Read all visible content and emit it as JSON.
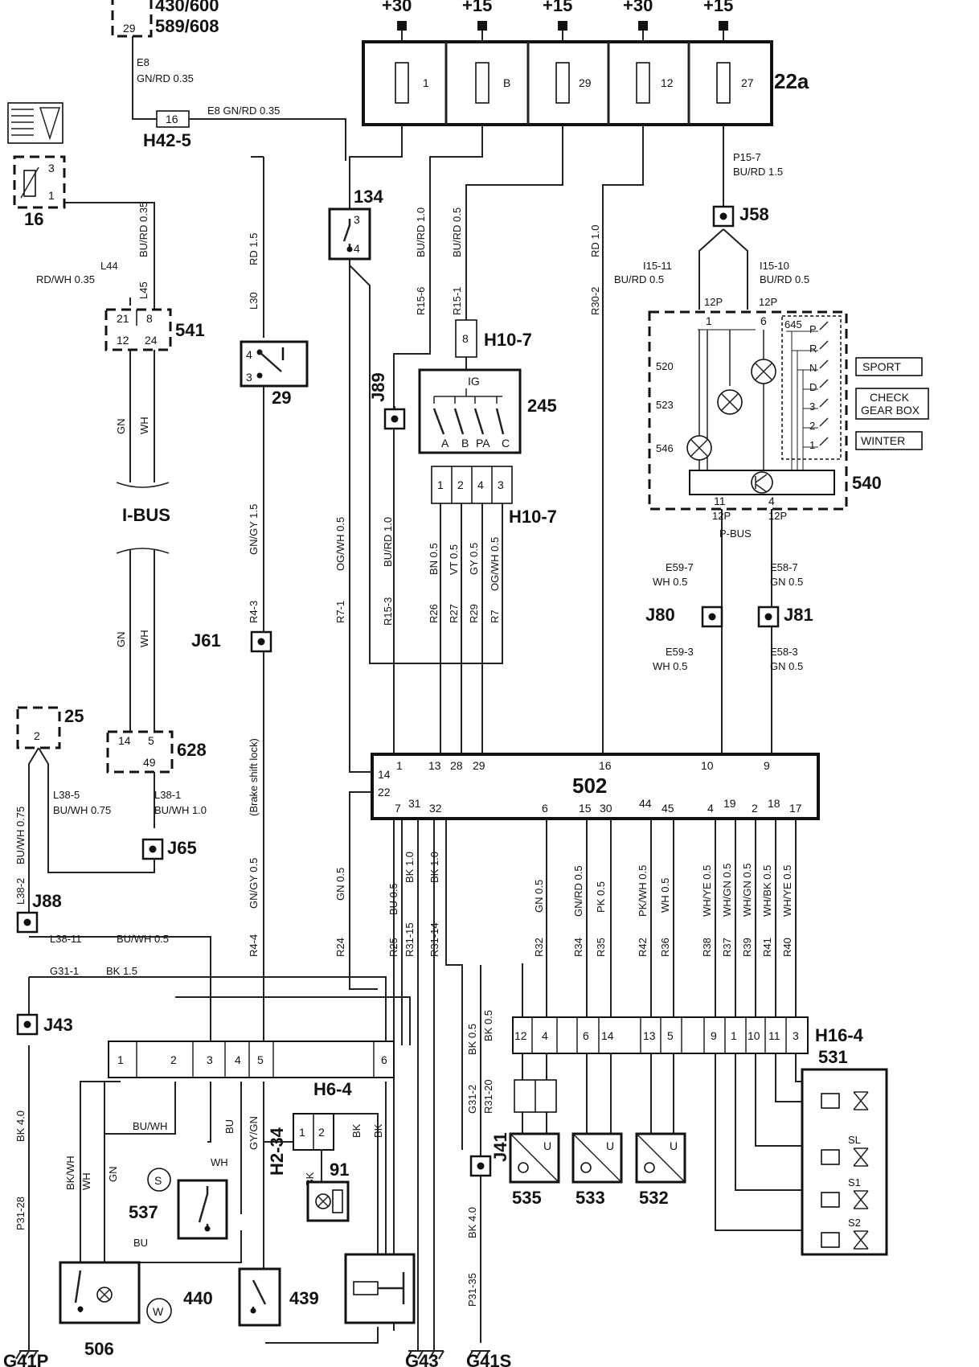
{
  "fuse_feeds": [
    "+30",
    "+15",
    "+15",
    "+30",
    "+15"
  ],
  "fuse_box": {
    "id": "22a",
    "fuses": [
      "1",
      "B",
      "29",
      "12",
      "27"
    ]
  },
  "comp_430": {
    "line1": "430/600",
    "line2": "589/608",
    "pin": "29"
  },
  "wire_e8": {
    "code": "E8",
    "spec": "GN/RD 0.35",
    "full": "E8  GN/RD 0.35"
  },
  "conn_h42_5": {
    "label": "H42-5",
    "pin": "16"
  },
  "comp_16": {
    "label": "16",
    "pins": [
      "3",
      "1"
    ]
  },
  "wire_bu_rd_035": "BU/RD 0.35",
  "wire_l44": {
    "code": "L44",
    "spec": "RD/WH 0.35"
  },
  "wire_l45": "L45",
  "comp_541": {
    "label": "541",
    "pins": [
      "21",
      "8",
      "12",
      "24"
    ]
  },
  "ibus": {
    "label": "I-BUS",
    "wire_gn": "GN",
    "wire_wh": "WH"
  },
  "comp_628": {
    "label": "628",
    "pins": [
      "14",
      "5",
      "49"
    ]
  },
  "comp_25": {
    "label": "25",
    "pin": "2"
  },
  "wires_left": {
    "l38_5": {
      "code": "L38-5",
      "spec": "BU/WH 0.75"
    },
    "l38_1": {
      "code": "L38-1",
      "spec": "BU/WH 1.0"
    },
    "l38_2": "L38-2",
    "bu_wh_075": "BU/WH 0.75",
    "l38_11": {
      "code": "L38-11",
      "spec": "BU/WH 0.5"
    },
    "g31_1": {
      "code": "G31-1",
      "spec": "BK 1.5"
    },
    "p31_28": "P31-28",
    "bk_40": "BK 4.0"
  },
  "junctions": {
    "j65": "J65",
    "j88": "J88",
    "j43": "J43",
    "j61": "J61",
    "j89": "J89",
    "j58": "J58",
    "j80": "J80",
    "j81": "J81",
    "j41": "J41"
  },
  "wires_mid": {
    "l30": "L30",
    "rd15": "RD 1.5",
    "r4_3": "R4-3",
    "gn_gy_15": "GN/GY 1.5",
    "brake": "(Brake shift lock)",
    "r4_4": "R4-4",
    "gn_gy_05": "GN/GY 0.5",
    "r24": "R24",
    "gn05": "GN 0.5",
    "r7_1": "R7-1",
    "og_wh_05": "OG/WH 0.5",
    "r15_6": "R15-6",
    "bu_rd_10": "BU/RD 1.0",
    "r15_1": "R15-1",
    "bu_rd_05": "BU/RD 0.5",
    "r15_3": "R15-3",
    "bu_rd_10b": "BU/RD 1.0",
    "r30_2": "R30-2",
    "rd_10": "RD 1.0",
    "r26": "R26",
    "bn05": "BN 0.5",
    "r27": "R27",
    "vt05": "VT 0.5",
    "r29": "R29",
    "gy05": "GY 0.5",
    "r7": "R7",
    "og_wh_05b": "OG/WH 0.5",
    "r25": "R25",
    "bu05": "BU 0.5",
    "r31_15": "R31-15",
    "bk10a": "BK 1.0",
    "r31_14": "R31-14",
    "bk10b": "BK 1.0"
  },
  "comp_134": {
    "label": "134",
    "pins": [
      "3",
      "4"
    ]
  },
  "comp_29": {
    "label": "29",
    "pins": [
      "4",
      "3"
    ]
  },
  "h10_7_top": {
    "label": "H10-7",
    "pin": "8"
  },
  "comp_245": {
    "label": "245",
    "ig": "IG",
    "contacts": [
      "A",
      "B",
      "PA",
      "C"
    ]
  },
  "h10_7_bot": {
    "label": "H10-7",
    "pins": [
      "1",
      "2",
      "4",
      "3"
    ]
  },
  "wires_right": {
    "p15_7": "P15-7",
    "bu_rd_15": "BU/RD  1.5",
    "i15_11": "I15-11",
    "i15_11_spec": "BU/RD  0.5",
    "i15_10": "I15-10",
    "i15_10_spec": "BU/RD  0.5",
    "e59_7": "E59-7",
    "wh05a": "WH 0.5",
    "e58_7": "E58-7",
    "gn05a": "GN  0.5",
    "e59_3": "E59-3",
    "wh05b": "WH 0.5",
    "e58_3": "E58-3",
    "gn05b": "GN  0.5",
    "pbus": "P-BUS"
  },
  "comp_540": {
    "label": "540",
    "ref_520": "520",
    "ref_523": "523",
    "ref_546": "546",
    "ref_645": "645",
    "pin_12p": "12P",
    "pins": [
      "1",
      "6",
      "11",
      "4"
    ],
    "gears": [
      "P",
      "R",
      "N",
      "D",
      "3",
      "2",
      "1"
    ],
    "sport": "SPORT",
    "check1": "CHECK",
    "check2": "GEAR BOX",
    "winter": "WINTER"
  },
  "ecu_502": {
    "label": "502",
    "top_pins": [
      "1",
      "13",
      "28",
      "29",
      "16",
      "10",
      "9"
    ],
    "left_pins": [
      "14",
      "22"
    ],
    "bottom_pins": [
      "7",
      "31",
      "32",
      "6",
      "15",
      "30",
      "44",
      "45",
      "4",
      "19",
      "2",
      "18",
      "17"
    ]
  },
  "wires_bottom": {
    "r32": "R32",
    "gn05": "GN 0.5",
    "r34": "R34",
    "gn_rd_05": "GN/RD 0.5",
    "r35": "R35",
    "pk05": "PK 0.5",
    "r42": "R42",
    "pk_wh_05": "PK/WH 0.5",
    "r36": "R36",
    "wh05": "WH 0.5",
    "r38": "R38",
    "wh_ye_05a": "WH/YE 0.5",
    "r37": "R37",
    "wh_gn_05a": "WH/GN 0.5",
    "r39": "R39",
    "wh_gn_05b": "WH/GN 0.5",
    "r41": "R41",
    "wh_bk_05": "WH/BK 0.5",
    "r40": "R40",
    "wh_ye_05b": "WH/YE 0.5",
    "g31_2": "G31-2",
    "bk05a": "BK 0.5",
    "r31_20": "R31-20",
    "bk05b": "BK 0.5",
    "p31_35": "P31-35",
    "bk40": "BK 4.0"
  },
  "h16_4": {
    "label": "H16-4",
    "pins": [
      "12",
      "4",
      "6",
      "14",
      "13",
      "5",
      "9",
      "1",
      "10",
      "11",
      "3"
    ]
  },
  "h6_4": {
    "label": "H6-4",
    "pins": [
      "1",
      "2",
      "3",
      "4",
      "5",
      "6"
    ]
  },
  "h2_34": {
    "label": "H2-34",
    "pins": [
      "1",
      "2"
    ]
  },
  "wires_h6": {
    "bk_wh": "BK/WH",
    "wh": "WH",
    "gn": "GN",
    "bu_wh": "BU/WH",
    "bu": "BU",
    "gy_gn": "GY/GN",
    "bk": "BK",
    "bk2": "BK",
    "wh2": "WH",
    "bu2": "BU",
    "bk3": "BK"
  },
  "components": {
    "c537": "537",
    "s_mark": "S",
    "c91": "91",
    "c440": "440",
    "w_mark": "W",
    "c439": "439",
    "c506": "506",
    "c535": "535",
    "c533": "533",
    "c532": "532",
    "u": "U"
  },
  "comp_531": {
    "label": "531",
    "sl": "SL",
    "s1": "S1",
    "s2": "S2"
  },
  "grounds": {
    "g41p": "G41P",
    "g43": "G43",
    "g41s": "G41S"
  }
}
